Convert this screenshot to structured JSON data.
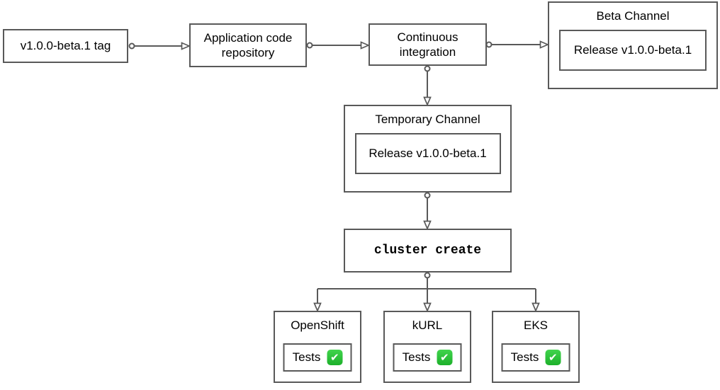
{
  "nodes": {
    "tag": {
      "label": "v1.0.0-beta.1 tag"
    },
    "repo": {
      "label": "Application code repository"
    },
    "ci": {
      "label": "Continuous integration"
    },
    "beta_channel": {
      "label": "Beta Channel",
      "release_label": "Release v1.0.0-beta.1"
    },
    "temp_channel": {
      "label": "Temporary Channel",
      "release_label": "Release v1.0.0-beta.1"
    },
    "cluster_create": {
      "label": "cluster create"
    },
    "clusters": [
      {
        "label": "OpenShift",
        "tests_label": "Tests"
      },
      {
        "label": "kURL",
        "tests_label": "Tests"
      },
      {
        "label": "EKS",
        "tests_label": "Tests"
      }
    ]
  },
  "icons": {
    "check_glyph": "✔"
  },
  "colors": {
    "stroke": "#595959",
    "text": "#000000",
    "background": "#ffffff",
    "check_green": "#21bd2e",
    "check_foreground": "#ffffff"
  }
}
